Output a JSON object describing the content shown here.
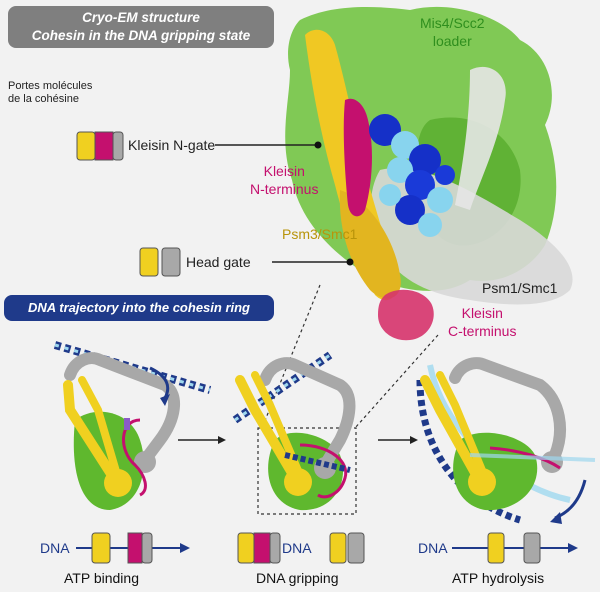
{
  "title_box": {
    "line1": "Cryo-EM structure",
    "line2": "Cohesin in the DNA gripping state"
  },
  "labels": {
    "mis4": "Mis4/Scc2",
    "loader": "loader",
    "portes1": "Portes molécules",
    "portes2": "de la cohésine",
    "kleisin_ngate": "Kleisin N-gate",
    "kleisin_nterm1": "Kleisin",
    "kleisin_nterm2": "N-terminus",
    "psm3": "Psm3/Smc1",
    "head_gate": "Head gate",
    "psm1": "Psm1/Smc1",
    "kleisin_cterm1": "Kleisin",
    "kleisin_cterm2": "C-terminus"
  },
  "dna_box": "DNA trajectory into the cohesin ring",
  "steps": [
    {
      "dna": "DNA",
      "caption": "ATP binding"
    },
    {
      "dna": "DNA",
      "caption": "DNA gripping"
    },
    {
      "dna": "DNA",
      "caption": "ATP hydrolysis"
    }
  ],
  "colors": {
    "smc3": "#f0d020",
    "smc1": "#a8a8a8",
    "kleisin": "#c4106e",
    "loader": "#5fb82e",
    "dna": "#1f3a8a",
    "dna_light": "#9fd8ef"
  }
}
